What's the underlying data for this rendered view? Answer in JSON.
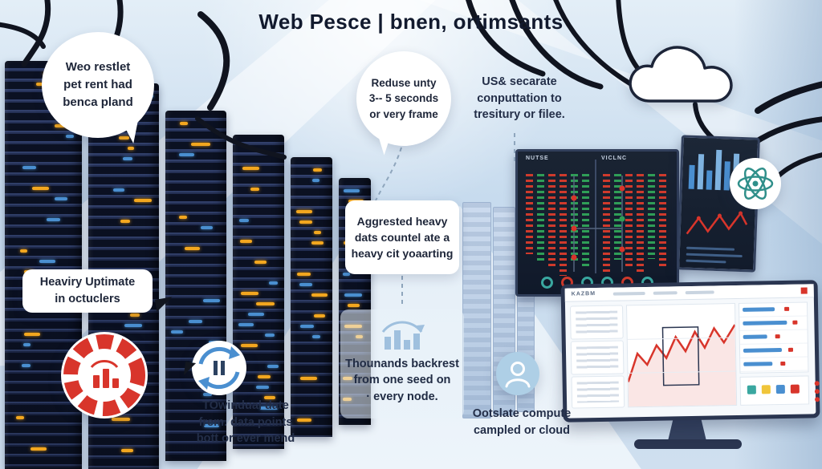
{
  "title": "Web Pesce | bnen, ortimsants",
  "bubbles": {
    "top_left": {
      "lines": [
        "Weo restlet",
        "pet rent had",
        "benca pland"
      ]
    },
    "center": {
      "lines": [
        "Reduse unty",
        "3-- 5 seconds",
        "or very frame"
      ]
    },
    "right_note": {
      "lines": [
        "US& secarate",
        "conputtation to",
        "tresitury or filee."
      ]
    },
    "mid_rect": {
      "lines": [
        "Aggrested heavy",
        "dats countel ate a",
        "heavy cit yoaarting"
      ]
    },
    "left_rect": {
      "lines": [
        "Heaviry Uptimate",
        "in octuclers"
      ]
    },
    "bottom_center": {
      "lines": [
        "Thounands backrest",
        "from one seed on",
        "· every node."
      ]
    },
    "bottom_left": {
      "lines": [
        "TOwindual date",
        "frem. data points",
        "bott or ever mend"
      ]
    },
    "bottom_right": {
      "lines": [
        "Ootslate compute",
        "campled or cloud"
      ]
    }
  },
  "screens": {
    "wall_dashboard": {
      "label_left": "NUTSE",
      "label_right": "VICLNC"
    },
    "desk_monitor": {
      "label": "KAZBM"
    }
  },
  "icons": {
    "cloud": "cloud-icon",
    "atom": "atom-icon",
    "segmented_ring": "segmented-ring-icon",
    "sync_arrows": "sync-arrows-icon",
    "user": "user-icon",
    "bar_chart": "bar-chart-icon"
  },
  "colors": {
    "accent_red": "#d8352b",
    "accent_yellow": "#f3a71f",
    "accent_blue": "#4a8fd0",
    "accent_teal": "#3aa7a0",
    "navy": "#1a2238",
    "background": "#cfdfef"
  }
}
